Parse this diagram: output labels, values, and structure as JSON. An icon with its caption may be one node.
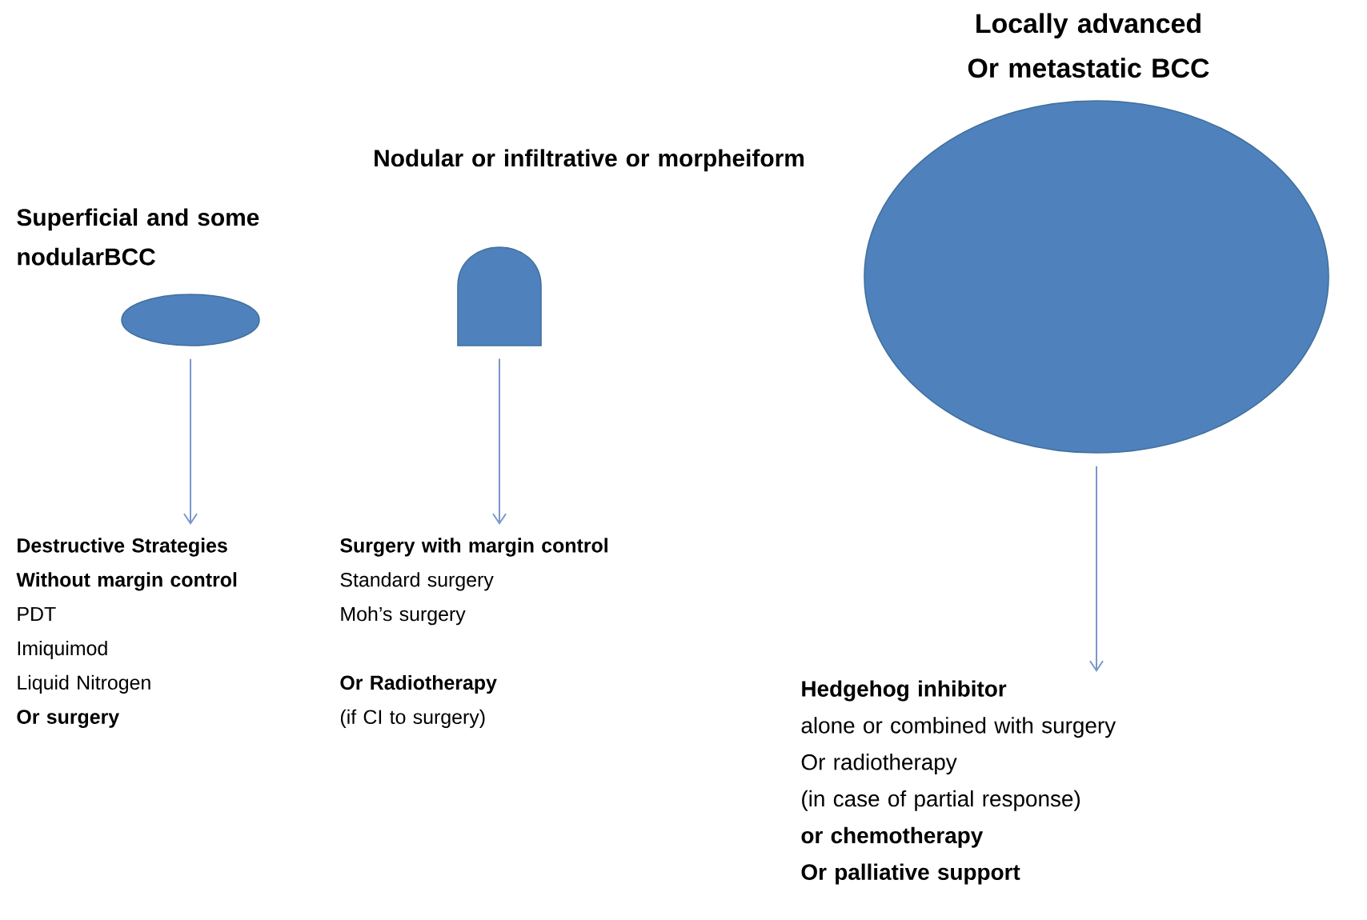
{
  "diagram": {
    "nodes": [
      {
        "text": [],
        "shape": "ellipse",
        "beside": [
          "Superficial and some nodularBCC"
        ]
      },
      {
        "text": [],
        "shape": "arch",
        "beside": [
          "Nodular or infiltrative or morpheiform"
        ]
      },
      {
        "text": [],
        "shape": "ellipse",
        "beside": [
          "Locally advanced Or metastatic BCC"
        ]
      },
      {
        "text": [
          "Destructive Strategies Without margin control",
          "PDT",
          "Imiquimod",
          "Liquid Nitrogen",
          "Or surgery"
        ]
      },
      {
        "text": [
          "Surgery with margin control",
          "Standard surgery",
          "Moh’s surgery",
          "Or Radiotherapy",
          "(if CI to surgery)"
        ]
      },
      {
        "text": [
          "Hedgehog inhibitor",
          "alone or combined with surgery",
          "Or radiotherapy",
          "(in case of partial response)",
          "or chemotherapy",
          "Or palliative support"
        ]
      }
    ],
    "edges": [
      {
        "from": 0,
        "to": 3,
        "arrow": "to"
      },
      {
        "from": 1,
        "to": 4,
        "arrow": "to"
      },
      {
        "from": 2,
        "to": 5,
        "arrow": "to"
      }
    ]
  }
}
